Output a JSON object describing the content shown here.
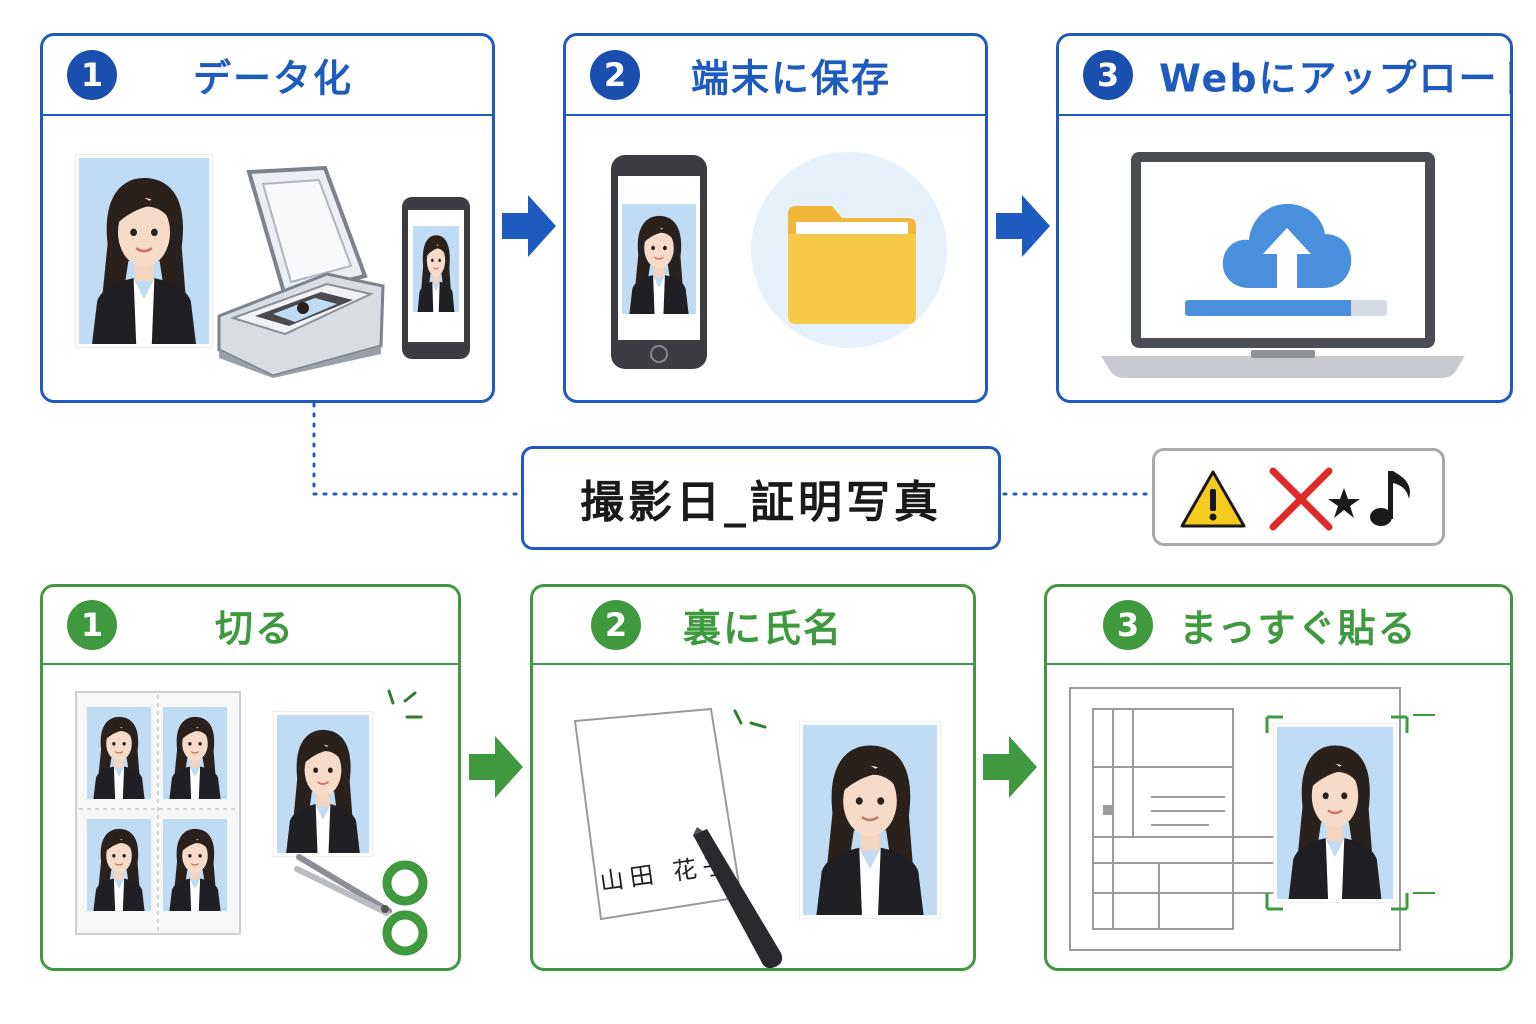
{
  "digital_flow": {
    "steps": [
      {
        "number": "1",
        "title": "データ化"
      },
      {
        "number": "2",
        "title": "端末に保存"
      },
      {
        "number": "3",
        "title": "Webにアップロード"
      }
    ]
  },
  "filename": {
    "text": "撮影日_証明写真"
  },
  "ng_symbols": {
    "symbols": "⚠ ✕ ★ ♪"
  },
  "print_flow": {
    "steps": [
      {
        "number": "1",
        "title": "切る"
      },
      {
        "number": "2",
        "title": "裏に氏名"
      },
      {
        "number": "3",
        "title": "まっすぐ貼る"
      }
    ],
    "name_on_back": "山田 花子"
  },
  "colors": {
    "blue": "#1e5bbf",
    "green": "#3f9a3f",
    "photo_bg": "#bfdcf4",
    "folder": "#f7c948",
    "cloud": "#4a8fdc"
  }
}
